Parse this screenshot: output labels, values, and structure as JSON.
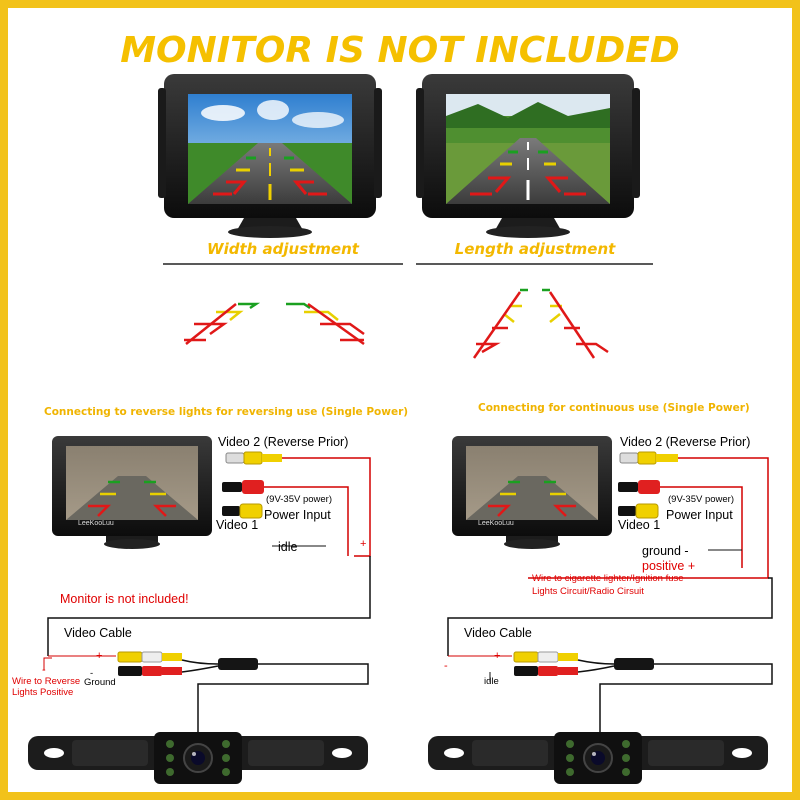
{
  "headline": "MONITOR IS NOT INCLUDED",
  "captions": {
    "width": "Width adjustment",
    "length": "Length adjustment"
  },
  "sections": {
    "left_title": "Connecting to reverse lights for reversing use (Single Power)",
    "right_title": "Connecting for continuous use (Single Power)"
  },
  "monitor_brand": "LeeKooLuu",
  "left_diagram": {
    "video2": "Video 2 (Reverse Prior)",
    "power_range": "(9V-35V power)",
    "power_input": "Power Input",
    "video1": "Video 1",
    "idle": "idle",
    "plus": "+",
    "warning": "Monitor  is not included!",
    "video_cable": "Video Cable",
    "plus_small": "+",
    "minus_small": "-",
    "wire_reverse": "Wire to Reverse",
    "lights_positive": "Lights Positive",
    "ground": "Ground",
    "minus_ground": "-"
  },
  "right_diagram": {
    "video2": "Video 2 (Reverse Prior)",
    "power_range": "(9V-35V power)",
    "power_input": "Power Input",
    "video1": "Video 1",
    "ground_minus": "ground -",
    "positive_plus": "positive +",
    "wire_cig": "Wire to cigarette lighter/Ignition fuse",
    "lights_circuit": "Lights Circuit/Radio Cirsuit",
    "video_cable": "Video Cable",
    "plus_small": "+",
    "minus_small": "-",
    "idle": "idle"
  },
  "colors": {
    "frame": "#f2c21a",
    "headline": "#f5c000",
    "wire_red": "#d40000",
    "wire_black": "#111111",
    "rca_yellow": "#f0d000",
    "rca_red": "#e02020",
    "rca_white": "#eeeeee",
    "guide_red": "#e01818",
    "guide_yellow": "#e8d000",
    "guide_green": "#1aa020"
  }
}
